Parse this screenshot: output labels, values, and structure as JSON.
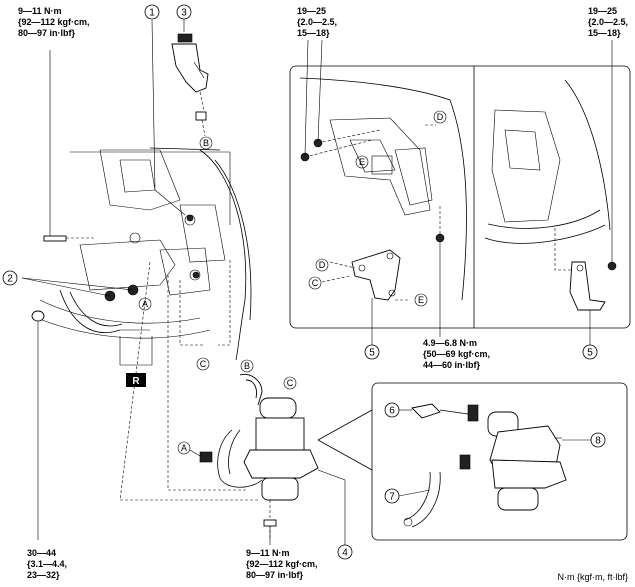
{
  "torques": {
    "t_top_left": [
      "9—11 N·m",
      "{92—112 kgf·cm,",
      "80—97 in·lbf}"
    ],
    "t_inset_left": [
      "19—25",
      "{2.0—2.5,",
      "15—18}"
    ],
    "t_inset_right": [
      "19—25",
      "{2.0—2.5,",
      "15—18}"
    ],
    "t_inset_bottom": [
      "4.9—6.8 N·m",
      "{50—69 kgf·cm,",
      "44—60 in·lbf}"
    ],
    "t_bottom_left": [
      "30—44",
      "{3.1—4.4,",
      "23—32}"
    ],
    "t_bottom_center": [
      "9—11 N·m",
      "{92—112 kgf·cm,",
      "80—97 in·lbf}"
    ]
  },
  "callouts": [
    "1",
    "2",
    "3",
    "4",
    "5",
    "5",
    "6",
    "7",
    "8"
  ],
  "letters": {
    "A": "A",
    "B": "B",
    "C": "C",
    "D": "D",
    "E": "E"
  },
  "r_mark": "R",
  "units_note": "N·m {kgf·m, ft·lbf}"
}
